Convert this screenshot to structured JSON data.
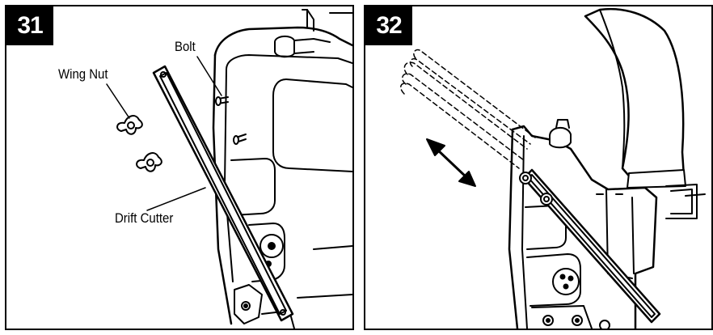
{
  "figures": [
    {
      "step": "31",
      "labels": {
        "bolt": "Bolt",
        "wing_nut": "Wing Nut",
        "drift_cutter": "Drift Cutter"
      }
    },
    {
      "step": "32"
    }
  ],
  "colors": {
    "line": "#000000",
    "background": "#ffffff",
    "badge_fill": "#000000",
    "badge_text": "#ffffff"
  }
}
